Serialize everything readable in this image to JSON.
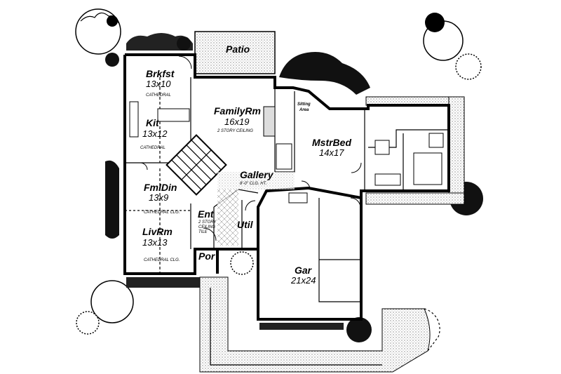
{
  "rooms": {
    "patio": {
      "name": "Patio"
    },
    "brkfst": {
      "name": "Brkfst",
      "dim": "13x10",
      "note": "CATHEDRAL"
    },
    "kit": {
      "name": "Kit",
      "dim": "13x12",
      "note": "CATHEDRAL"
    },
    "family": {
      "name": "FamilyRm",
      "dim": "16x19",
      "note": "2 STORY CEILING"
    },
    "sitting": {
      "name_line1": "Sitting",
      "name_line2": "Area"
    },
    "master": {
      "name": "MstrBed",
      "dim": "14x17"
    },
    "gallery": {
      "name": "Gallery",
      "note": "8'-0\" CLG. HT."
    },
    "fmldin": {
      "name": "FmlDin",
      "dim": "13x9",
      "note": "CATHEDRAL CLG."
    },
    "ent": {
      "name": "Ent",
      "note1": "2 STORY",
      "note2": "CEILING",
      "note3": "TILE"
    },
    "util": {
      "name": "Util"
    },
    "livrm": {
      "name": "LivRm",
      "dim": "13x13",
      "note": "CATHEDRAL CLG."
    },
    "por": {
      "name": "Por"
    },
    "gar": {
      "name": "Gar",
      "dim": "21x24"
    }
  },
  "colors": {
    "ink": "#000000",
    "paper": "#ffffff",
    "stipple": "#bdbdbd"
  }
}
